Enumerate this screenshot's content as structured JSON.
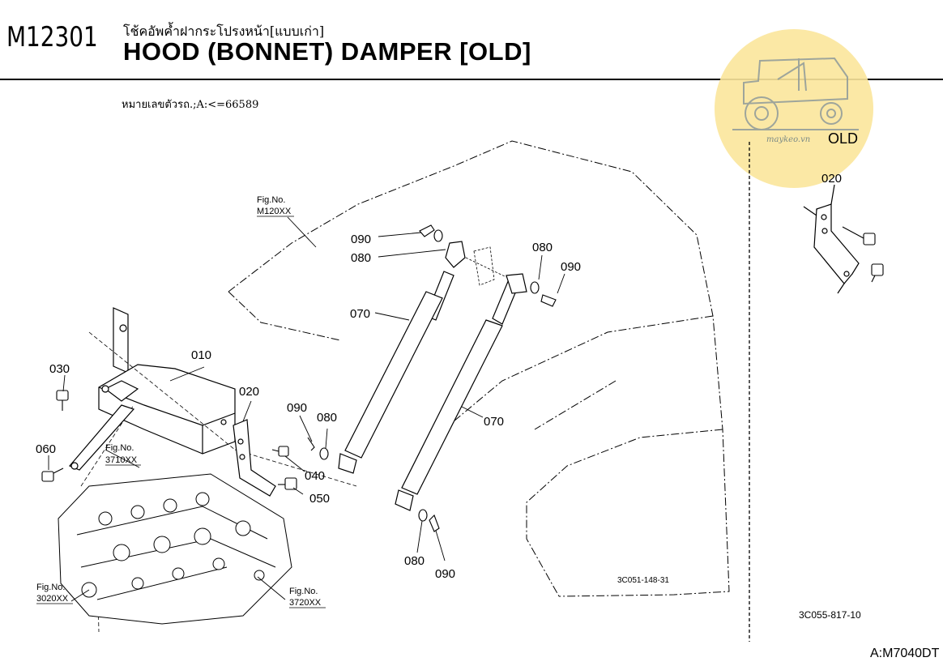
{
  "header": {
    "section_code": "M12301",
    "title_thai": "โช้คอัพค้ำฝากระโปรงหน้า[แบบเก่า]",
    "title_en": "HOOD (BONNET) DAMPER [OLD]",
    "serial_note": "หมายเลขตัวรถ.;A:<=66589"
  },
  "watermark": {
    "text": "maykeo.vn",
    "color": "#fbe69b"
  },
  "variant_label": "OLD",
  "drawing_numbers": {
    "main": "3C051-148-31",
    "inset": "3C055-817-10"
  },
  "model": "A:M7040DT",
  "fig_refs": {
    "hood": [
      "Fig.No.",
      "M120XX"
    ],
    "frame": [
      "Fig.No.",
      "3710XX"
    ],
    "engine": [
      "Fig.No.",
      "3020XX"
    ],
    "head": [
      "Fig.No.",
      "3720XX"
    ]
  },
  "callouts": {
    "c010": "010",
    "c020": "020",
    "c020_inset": "020",
    "c030": "030",
    "c040": "040",
    "c050": "050",
    "c060": "060",
    "c070_a": "070",
    "c070_b": "070",
    "c080_a": "080",
    "c080_b": "080",
    "c080_c": "080",
    "c080_d": "080",
    "c090_a": "090",
    "c090_b": "090",
    "c090_c": "090",
    "c090_d": "090"
  }
}
